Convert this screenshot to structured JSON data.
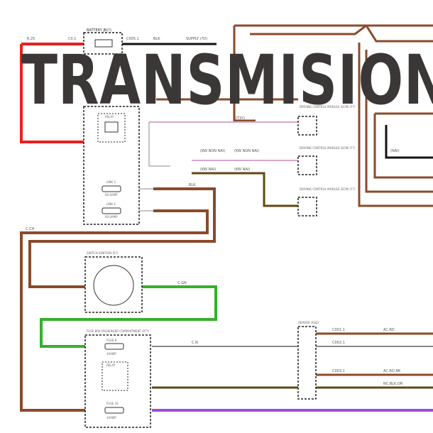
{
  "banner": {
    "title": "TRANSMISION",
    "color": "#3a3736"
  },
  "colors": {
    "red": "#e8201d",
    "brown": "#8b4a2b",
    "olive": "#5c4a12",
    "green": "#36b02a",
    "violet": "#9b4de0",
    "maroon": "#7a1a1a",
    "black": "#111111",
    "pink": "#d9a8c8",
    "grey": "#888888"
  },
  "components": {
    "battery_junction": "BATTERY JB(?)",
    "fuse_box_engine": "",
    "relay": "RELAY",
    "link3": "LINK 3",
    "link3_rating": "60.0AMP",
    "link4": "LINK 4",
    "link4_rating": "60.0AMP",
    "switch": "SWITCH IGNITION (E?)",
    "fuse_box_passenger": "FUSE BOX PASSENGER COMPARTMENT (P??)",
    "fuse_a": "FUSE 8",
    "fuse_a_rating": "10AMP",
    "relay2": "RELAY",
    "fuse_b": "FUSE 16",
    "fuse_b_rating": "10AMP",
    "module1": "DRIVING CONTROL MODULE (ECM) (T?)",
    "module2": "DRIVING CONTROL MODULE (ECM) (T?)",
    "module3": "DRIVING CONTROL MODULE (ECM) (T?)",
    "header": "HEADER (ESD)"
  },
  "wire_labels": {
    "w1": "R.25",
    "w2": "C0.1",
    "w3": "C005.1",
    "w4": "BLK",
    "w5": "SUPPLY (?D)",
    "w6": "(T3?)",
    "w7": "(KW NON NAI)",
    "w8": "(KW NAI)",
    "w9": "BLK",
    "w10": "(KW NON NAI)",
    "w11": "(KW NAI)",
    "w12": "(NAI)",
    "w13": "C.CH",
    "w14": "C.GN",
    "w15": "C.N",
    "w16": "C001.1",
    "w17": "C002.1",
    "w18": "C003.1",
    "w19": "AC.RD",
    "w20": "AC.RD.NK",
    "w21": "NC.BLK.OR"
  }
}
